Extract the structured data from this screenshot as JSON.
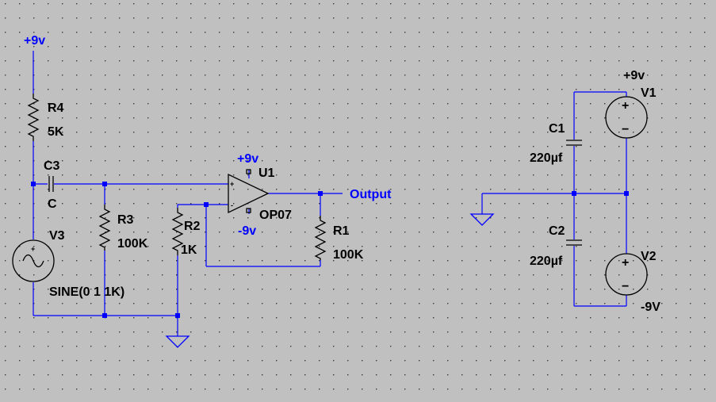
{
  "colors": {
    "background": "#c0c0c0",
    "wire": "#0000ff",
    "component": "#000000",
    "grid_dot": "#3a3a3a"
  },
  "nets": {
    "vcc_top": "+9v",
    "vcc_opamp": "+9v",
    "vee_opamp": "-9v",
    "vcc_supply": "+9v",
    "vee_supply": "-9V",
    "output": "Output"
  },
  "components": {
    "r4": {
      "ref": "R4",
      "value": "5K"
    },
    "c3": {
      "ref": "C3",
      "value": "C"
    },
    "r3": {
      "ref": "R3",
      "value": "100K"
    },
    "r2": {
      "ref": "R2",
      "value": "1K"
    },
    "r1": {
      "ref": "R1",
      "value": "100K"
    },
    "v3": {
      "ref": "V3",
      "value": "SINE(0 1 1K)"
    },
    "u1": {
      "ref": "U1",
      "value": "OP07",
      "plus": "+",
      "minus": "-"
    },
    "c1": {
      "ref": "C1",
      "value": "220µf"
    },
    "c2": {
      "ref": "C2",
      "value": "220µf"
    },
    "v1": {
      "ref": "V1",
      "plus": "+",
      "minus": "−"
    },
    "v2": {
      "ref": "V2",
      "plus": "+",
      "minus": "−"
    }
  },
  "icons": [
    "ground-icon",
    "junction-icon",
    "sine-source-icon",
    "dc-source-icon",
    "opamp-icon",
    "resistor-icon",
    "capacitor-icon"
  ]
}
